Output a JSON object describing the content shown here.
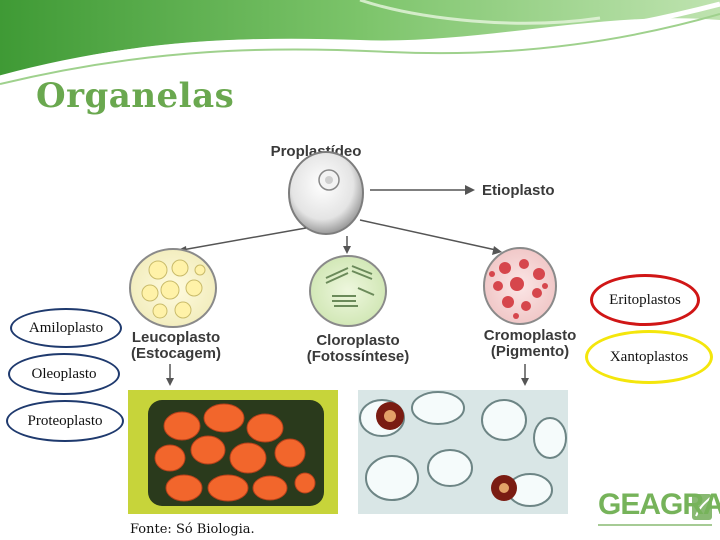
{
  "slide": {
    "title": "Organelas",
    "source_note": "Fonte: Só Biologia.",
    "logo": "GEAGRA"
  },
  "diagram": {
    "root": "Proplastídeo",
    "etioplast": "Etioplasto",
    "branches": [
      {
        "name": "Leucoplasto",
        "role": "(Estocagem)"
      },
      {
        "name": "Cloroplasto",
        "role": "(Fotossíntese)"
      },
      {
        "name": "Cromoplasto",
        "role": "(Pigmento)"
      }
    ]
  },
  "callouts": {
    "left": [
      "Amiloplasto",
      "Oleoplasto",
      "Proteoplasto"
    ],
    "right": [
      "Eritoplastos",
      "Xantoplastos"
    ]
  },
  "colors": {
    "title_green": "#6aa84f",
    "oval_blue": "#1f3a6e",
    "oval_red": "#d01616",
    "oval_yellow": "#f4e60c"
  }
}
